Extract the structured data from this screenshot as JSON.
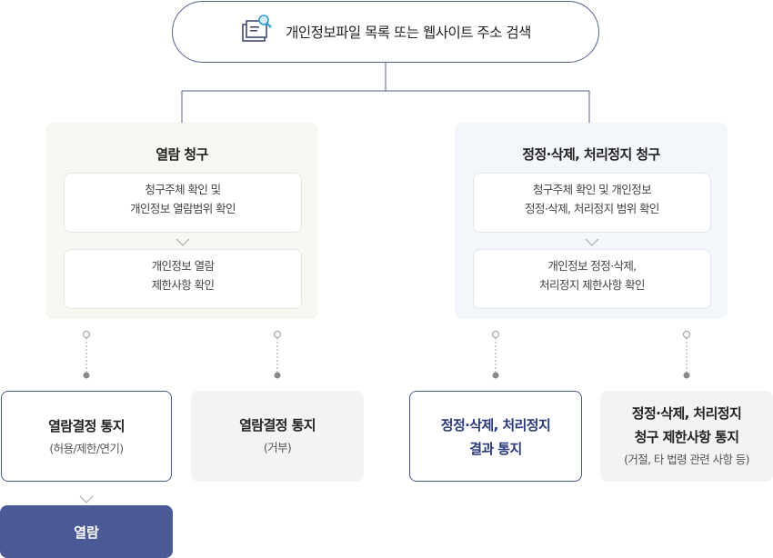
{
  "search": {
    "icon": "folder-search-icon",
    "label": "개인정보파일 목록 또는 웹사이트 주소 검색"
  },
  "view_request": {
    "title": "열람 청구",
    "steps": [
      {
        "line1": "청구주체 확인 및",
        "line2": "개인정보 열람범위 확인"
      },
      {
        "line1": "개인정보 열람",
        "line2": "제한사항 확인"
      }
    ]
  },
  "correction_request": {
    "title": "정정·삭제, 처리정지 청구",
    "steps": [
      {
        "line1": "청구주체 확인 및 개인정보",
        "line2": "정정·삭제, 처리정지 범위 확인"
      },
      {
        "line1": "개인정보 정정·삭제,",
        "line2": "처리정지 제한사항 확인"
      }
    ]
  },
  "outcomes": [
    {
      "line1": "열람결정 통지",
      "sub": "(허용/제한/연기)"
    },
    {
      "line1": "열람결정 통지",
      "sub": "(거부)"
    },
    {
      "line1": "정정·삭제, 처리정지",
      "line2": "결과 통지"
    },
    {
      "line1": "정정·삭제, 처리정지",
      "line2": "청구 제한사항 통지",
      "sub": "(거절, 타 법령 관련 사항 등)"
    }
  ],
  "final": {
    "label": "열람"
  },
  "colors": {
    "accent": "#4b5a97",
    "connector": "#556190",
    "panel_green": "#f6f8f1",
    "panel_blue": "#f3f6fb",
    "outcome_gray": "#f3f3f3"
  }
}
